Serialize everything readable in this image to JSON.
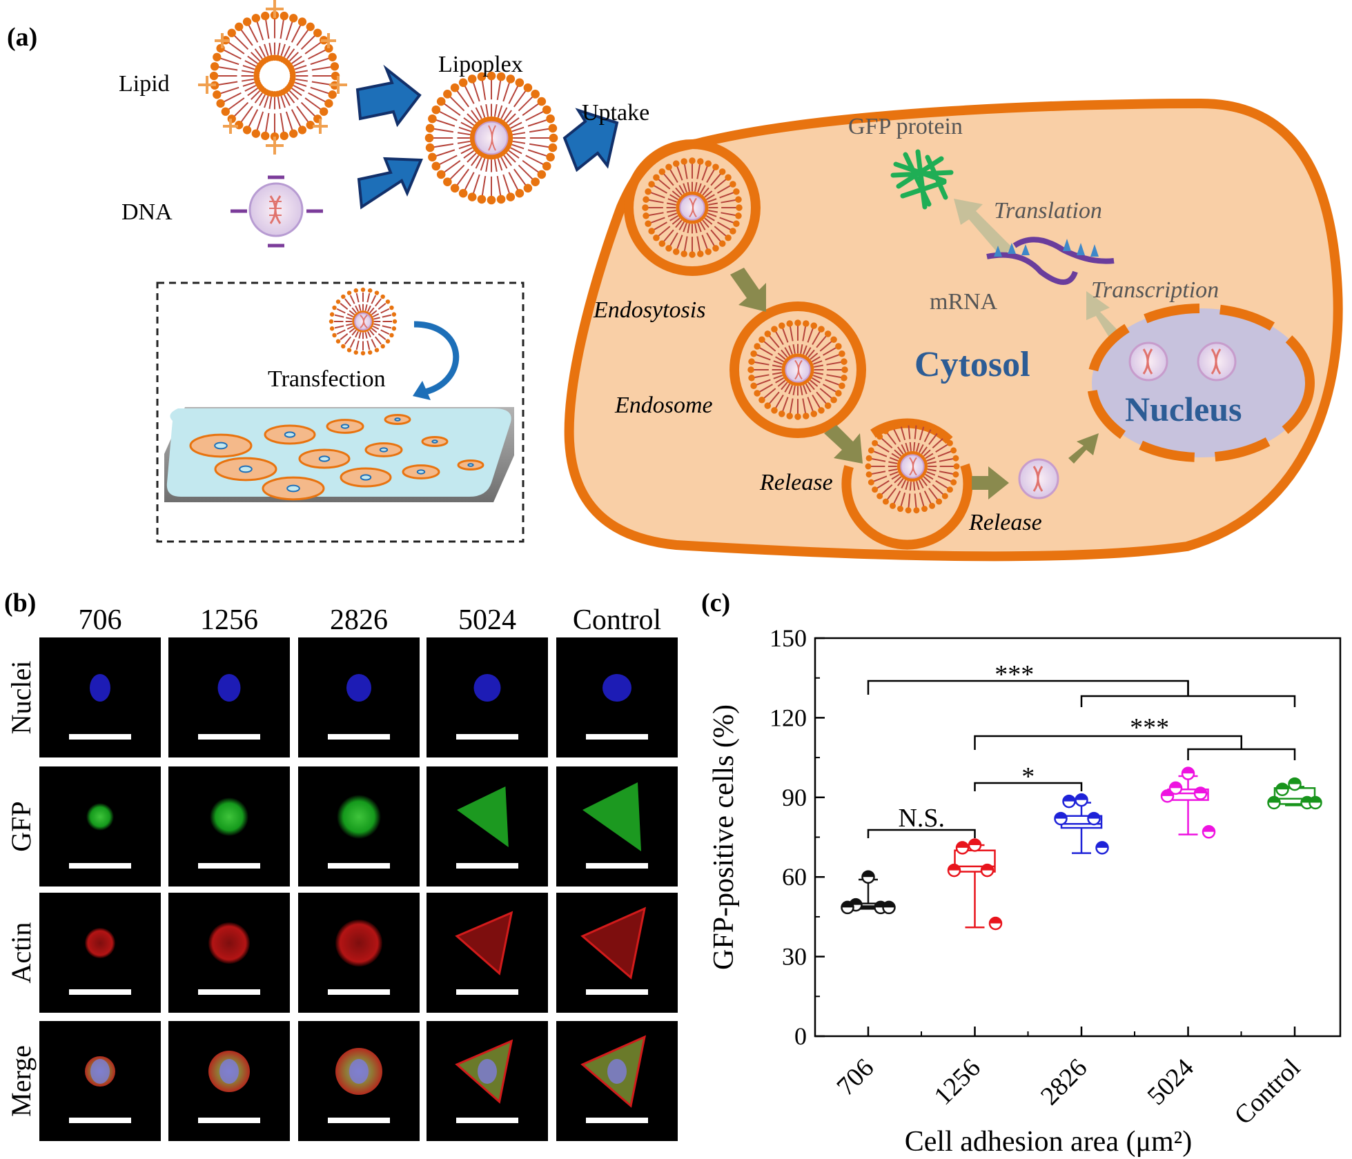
{
  "panel_a": {
    "label": "(a)",
    "lipid": "Lipid",
    "dna": "DNA",
    "lipoplex": "Lipoplex",
    "uptake": "Uptake",
    "transfection": "Transfection",
    "gfp_protein": "GFP protein",
    "translation": "Translation",
    "mrna": "mRNA",
    "transcription": "Transcription",
    "endocytosis": "Endosytosis",
    "cytosol": "Cytosol",
    "endosome": "Endosome",
    "nucleus": "Nucleus",
    "release1": "Release",
    "release2": "Release"
  },
  "panel_b": {
    "label": "(b)",
    "columns": [
      "706",
      "1256",
      "2826",
      "5024",
      "Control"
    ],
    "rows": [
      "Nuclei",
      "GFP",
      "Actin",
      "Merge"
    ]
  },
  "panel_c": {
    "label": "(c)"
  },
  "colors": {
    "cell_fill": "#f9cfa6",
    "cell_border": "#e8730f",
    "nucleus": "#c7c2dd",
    "arrow_blue": "#1d6fb8",
    "arrow_olive": "#8a8a4e",
    "lipid_head": "#e8730f",
    "lipid_tail": "#b5433a",
    "cytosol_text": "#2c5c95",
    "gfp": "#1fae55"
  },
  "chart_data": {
    "type": "box",
    "xlabel": "Cell adhesion area (μm²)",
    "ylabel": "GFP-positive cells (%)",
    "ylim": [
      0,
      150
    ],
    "yticks": [
      0,
      30,
      60,
      90,
      120,
      150
    ],
    "categories": [
      "706",
      "1256",
      "2826",
      "5024",
      "Control"
    ],
    "series": [
      {
        "category": "706",
        "color": "#111111",
        "q1": 48.5,
        "median": 49,
        "q3": 50,
        "whisker_low": 48,
        "whisker_high": 59,
        "points": [
          60,
          49.5,
          48.5,
          48.5,
          48.5
        ]
      },
      {
        "category": "1256",
        "color": "#e8141c",
        "q1": 62,
        "median": 64,
        "q3": 70,
        "whisker_low": 41,
        "whisker_high": 72,
        "points": [
          72,
          71,
          62.5,
          62.5,
          42.5
        ]
      },
      {
        "category": "2826",
        "color": "#1e22d8",
        "q1": 78.5,
        "median": 80,
        "q3": 83,
        "whisker_low": 69,
        "whisker_high": 88,
        "points": [
          89,
          88.5,
          82,
          82,
          71
        ]
      },
      {
        "category": "5024",
        "color": "#ee13e0",
        "q1": 89,
        "median": 91.5,
        "q3": 93,
        "whisker_low": 76,
        "whisker_high": 98,
        "points": [
          99,
          93.5,
          91.5,
          90.5,
          77
        ]
      },
      {
        "category": "Control",
        "color": "#18941c",
        "q1": 87.5,
        "median": 89.5,
        "q3": 93.5,
        "whisker_low": 87,
        "whisker_high": 94,
        "points": [
          95,
          93,
          88,
          88,
          88
        ]
      }
    ],
    "significance": [
      {
        "label": "N.S.",
        "from": "706",
        "to": "1256"
      },
      {
        "label": "*",
        "from": "1256",
        "to": "2826"
      },
      {
        "label": "***",
        "from": "1256",
        "to": [
          "5024",
          "Control"
        ]
      },
      {
        "label": "***",
        "from": "706",
        "to": [
          "2826",
          "5024",
          "Control"
        ]
      }
    ]
  }
}
